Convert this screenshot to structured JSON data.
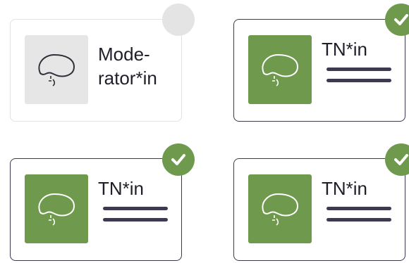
{
  "cards": [
    {
      "label": "Mode-\nrator*in",
      "active": false
    },
    {
      "label": "TN*in",
      "active": true
    },
    {
      "label": "TN*in",
      "active": true
    },
    {
      "label": "TN*in",
      "active": true
    }
  ],
  "colors": {
    "accent": "#6f9a4e",
    "border": "#3b3a4f",
    "inactive_bg": "#e6e6e6",
    "inactive_border": "#e2e2e2"
  },
  "icons": {
    "avatar": "face-line-drawing-icon",
    "status_on": "checkmark-icon",
    "status_off": "empty-circle-icon"
  }
}
